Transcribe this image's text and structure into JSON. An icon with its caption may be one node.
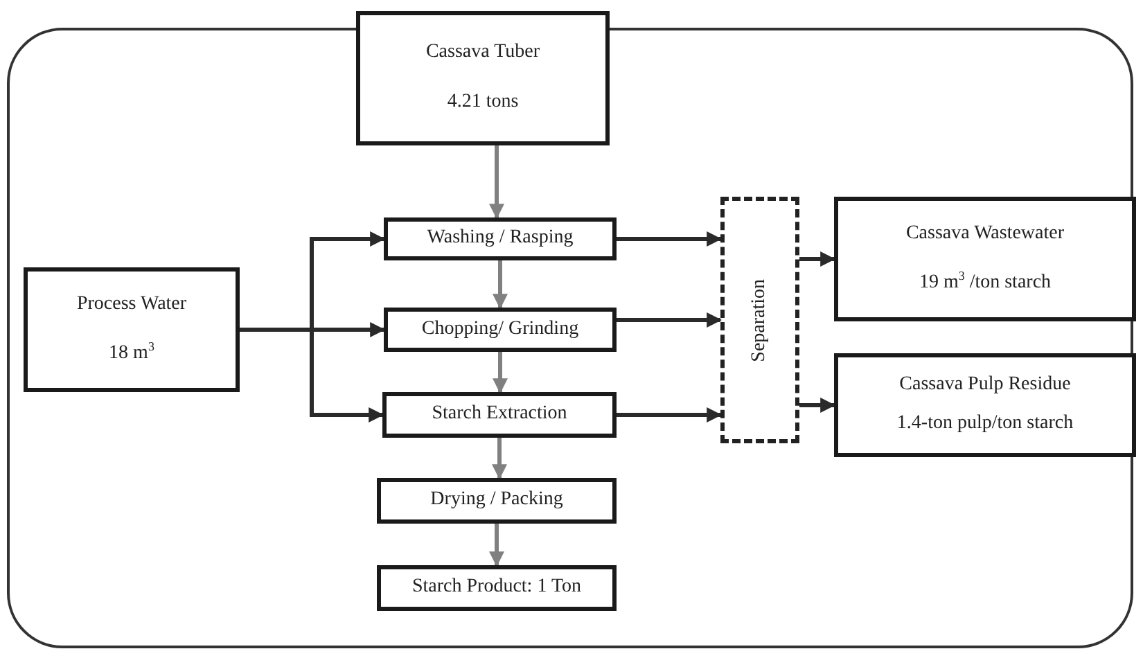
{
  "diagram": {
    "nodes": [
      {
        "text": [
          "Cassava Tuber",
          "4.21 tons"
        ]
      },
      {
        "text": [
          "Process Water",
          "18 m$^{3}$"
        ]
      },
      {
        "text": [
          "Washing / Rasping"
        ]
      },
      {
        "text": [
          "Chopping/ Grinding"
        ]
      },
      {
        "text": [
          "Starch Extraction"
        ]
      },
      {
        "text": [
          "Drying / Packing"
        ]
      },
      {
        "text": [
          "Starch Product: 1 Ton"
        ]
      },
      {
        "text": [
          "Separation"
        ]
      },
      {
        "text": [
          "Cassava Wastewater",
          "19 m$^{3}$ /ton starch"
        ]
      },
      {
        "text": [
          "Cassava Pulp Residue",
          "1.4-ton pulp/ton starch"
        ]
      }
    ],
    "edges": [
      {
        "from": 0,
        "to": 2,
        "arrow": "to",
        "color": "#808080"
      },
      {
        "from": 1,
        "to": 2,
        "arrow": "to"
      },
      {
        "from": 1,
        "to": 3,
        "arrow": "to"
      },
      {
        "from": 1,
        "to": 4,
        "arrow": "to"
      },
      {
        "from": 2,
        "to": 3,
        "arrow": "to",
        "color": "#808080"
      },
      {
        "from": 3,
        "to": 4,
        "arrow": "to",
        "color": "#808080"
      },
      {
        "from": 4,
        "to": 5,
        "arrow": "to",
        "color": "#808080"
      },
      {
        "from": 5,
        "to": 6,
        "arrow": "to",
        "color": "#808080"
      },
      {
        "from": 2,
        "to": 7,
        "arrow": "to"
      },
      {
        "from": 3,
        "to": 7,
        "arrow": "to"
      },
      {
        "from": 4,
        "to": 7,
        "arrow": "to"
      },
      {
        "from": 7,
        "to": 8,
        "arrow": "to"
      },
      {
        "from": 7,
        "to": 9,
        "arrow": "to"
      }
    ]
  }
}
